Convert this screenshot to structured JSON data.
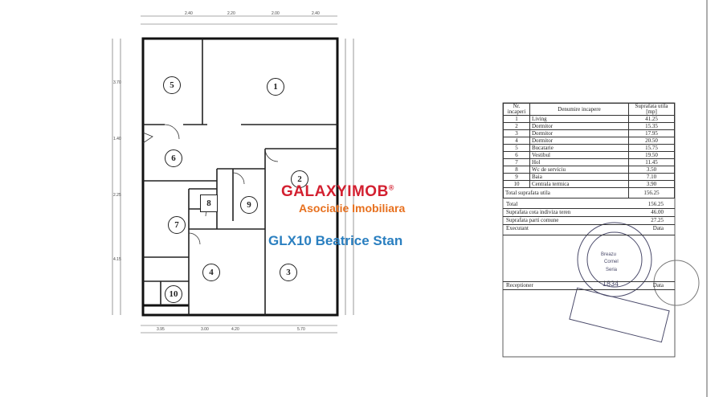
{
  "rooms": {
    "r1": "1",
    "r2": "2",
    "r3": "3",
    "r4": "4",
    "r5": "5",
    "r6": "6",
    "r7": "7",
    "r8": "8",
    "r9": "9",
    "r10": "10"
  },
  "table": {
    "headers": [
      "Nr. incaperi",
      "Denumire incapere",
      "Suprafata utila [mp]"
    ],
    "rows": [
      [
        "1",
        "Living",
        "41.25"
      ],
      [
        "2",
        "Dormitor",
        "15.35"
      ],
      [
        "3",
        "Dormitor",
        "17.95"
      ],
      [
        "4",
        "Dormitor",
        "20.50"
      ],
      [
        "5",
        "Bucatarie",
        "15.75"
      ],
      [
        "6",
        "Vestibul",
        "19.50"
      ],
      [
        "7",
        "Hol",
        "11.45"
      ],
      [
        "8",
        "Wc de serviciu",
        "3.50"
      ],
      [
        "9",
        "Baia",
        "7.10"
      ],
      [
        "10",
        "Centrala termica",
        "3.90"
      ]
    ],
    "total_util_label": "Total suprafata utila",
    "total_util_value": "156.25"
  },
  "totals": [
    {
      "label": "Total",
      "value": "156.25"
    },
    {
      "label": "Suprafata cota indiviza teren",
      "value": "46.00"
    },
    {
      "label": "Suprafata parti comune",
      "value": "27.25"
    },
    {
      "label": "Executant",
      "value": "Data"
    }
  ],
  "receptioner": {
    "label": "Receptioner",
    "value": "Data"
  },
  "watermark": {
    "brand_a": "GALAXY",
    "brand_b": "IMOB",
    "registered": "®",
    "subtitle": "Asociatie Imobiliara",
    "agent": "GLX10 Beatrice Stan"
  },
  "dims": {
    "top": [
      "2.40",
      "2.20",
      "2.00",
      "2.40"
    ],
    "bottom": [
      "3.95",
      "3.00",
      "4.20",
      "5.70"
    ],
    "left": [
      "3.70",
      "1.40",
      "2.25",
      "4.15"
    ]
  }
}
